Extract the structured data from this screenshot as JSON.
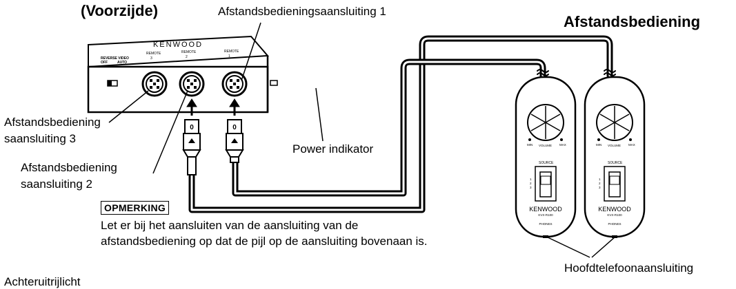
{
  "labels": {
    "front_title": "(Voorzijde)",
    "remote_title": "Afstandsbediening",
    "remote_conn_1": "Afstandsbedieningsaansluiting 1",
    "remote_conn_3_line1": "Afstandsbediening",
    "remote_conn_3_line2": "saansluiting 3",
    "remote_conn_2_line1": "Afstandsbediening",
    "remote_conn_2_line2": "saansluiting 2",
    "power_indicator": "Power indikator",
    "headphone_jack": "Hoofdtelefoonaansluiting",
    "reverse_light": "Achteruitrijlicht"
  },
  "note": {
    "badge": "OPMERKING",
    "line1": "Let er bij het aansluiten van de aansluiting van de",
    "line2": "afstandsbediening op dat de pijl op de aansluiting bovenaan is."
  },
  "device": {
    "brand": "KENWOOD",
    "switch_label": "REVERSE VIDEO",
    "switch_off": "OFF",
    "switch_auto": "AUTO",
    "port_label": "REMOTE",
    "port_numbers": [
      "3",
      "2",
      "1"
    ]
  },
  "plug_number": "0",
  "remote_unit": {
    "volume": "VOLUME",
    "min": "MIN",
    "max": "MAX",
    "source": "SOURCE",
    "positions": [
      "1",
      "2",
      "3"
    ],
    "brand": "KENWOOD",
    "model": "KVX-R100",
    "phones": "PHONES"
  }
}
